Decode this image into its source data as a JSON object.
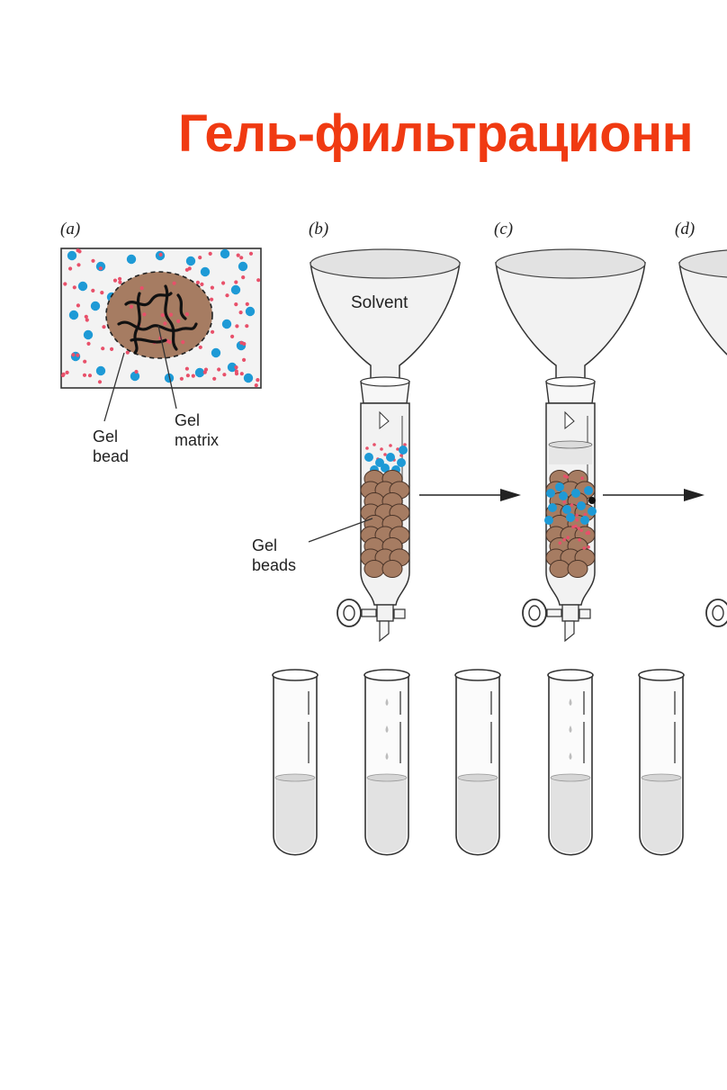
{
  "title": "Гель-фильтрационн",
  "panels": {
    "a": {
      "letter": "(a)",
      "gel_bead_line1": "Gel",
      "gel_bead_line2": "bead",
      "gel_matrix_line1": "Gel",
      "gel_matrix_line2": "matrix"
    },
    "b": {
      "letter": "(b)",
      "solvent_label": "Solvent",
      "gel_beads_line1": "Gel",
      "gel_beads_line2": "beads"
    },
    "c": {
      "letter": "(c)"
    },
    "d": {
      "letter": "(d)"
    }
  },
  "colors": {
    "title": "#f03a12",
    "large_molecule": "#1e9ad6",
    "small_molecule": "#e8506a",
    "bead": "#a67c62",
    "glass": "#f2f2f2",
    "solvent": "#e2e2e2"
  }
}
